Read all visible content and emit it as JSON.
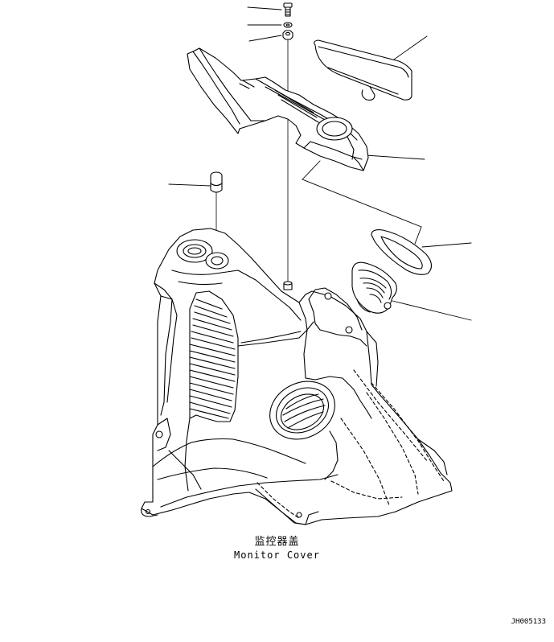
{
  "caption": {
    "chinese": "监控器盖",
    "english": "Monitor Cover"
  },
  "drawing_id": "JH005133",
  "parts": [
    {
      "name": "bolt"
    },
    {
      "name": "washer"
    },
    {
      "name": "nut"
    },
    {
      "name": "cover-plate"
    },
    {
      "name": "vent-bracket"
    },
    {
      "name": "plug-cap"
    },
    {
      "name": "seal-ring"
    },
    {
      "name": "vent-louver"
    },
    {
      "name": "monitor-cover-body"
    }
  ],
  "colors": {
    "line": "#000000",
    "background": "#ffffff"
  }
}
